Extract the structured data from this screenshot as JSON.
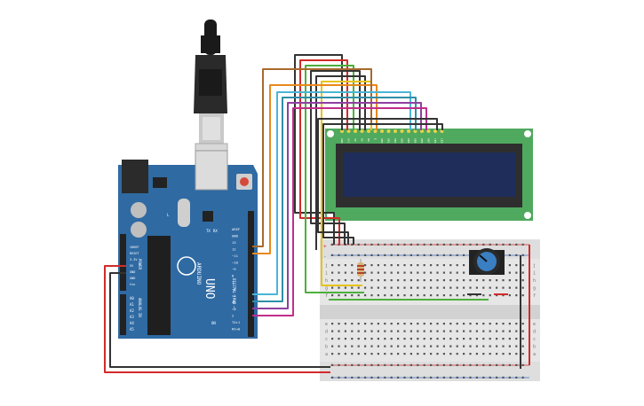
{
  "arduino": {
    "model": "UNO",
    "brand": "ARDUINO",
    "header_power_pins": [
      "IOREF",
      "RESET",
      "3.3V",
      "5V",
      "GND",
      "GND",
      "Vin"
    ],
    "header_analog_pins": [
      "A0",
      "A1",
      "A2",
      "A3",
      "A4",
      "A5"
    ],
    "header_digital_pins": [
      "AREF",
      "GND",
      "13",
      "12",
      "~11",
      "~10",
      "~9",
      "8",
      "7",
      "~6",
      "~5",
      "4",
      "~3",
      "2",
      "TX▸1",
      "RX◂0"
    ],
    "label_power": "POWER",
    "label_analog": "ANALOG IN",
    "label_digital": "DIGITAL (PWM ~)",
    "label_on": "ON",
    "label_tx": "TX",
    "label_rx": "RX",
    "label_l": "L",
    "label_ioref": "IOREF"
  },
  "lcd": {
    "pin_labels": [
      "GND",
      "VCC",
      "V0",
      "RS",
      "RW",
      "E",
      "DB0",
      "DB1",
      "DB2",
      "DB3",
      "DB4",
      "DB5",
      "DB6",
      "DB7",
      "LED",
      "LED"
    ]
  },
  "breadboard": {
    "row_letters_top": [
      "j",
      "i",
      "h",
      "g",
      "f"
    ],
    "row_letters_bottom": [
      "e",
      "d",
      "c",
      "b",
      "a"
    ],
    "rail_plus": "+",
    "rail_minus": "-"
  },
  "colors": {
    "board_blue": "#2f6aa3",
    "lcd_green": "#4fa95e",
    "lcd_screen": "#1e2d5a",
    "wire_red": "#d32a2a",
    "wire_black": "#333333",
    "wire_orange": "#e8891c",
    "wire_brown": "#a76a2d",
    "wire_green": "#4caf3c",
    "wire_yellow": "#e7c31a",
    "wire_cyan": "#4ab6d6",
    "wire_teal": "#2e8fa8",
    "wire_purple": "#8f3fa1",
    "wire_magenta": "#c12e8a",
    "wire_pink": "#d23c7e"
  },
  "icons": [
    "usb-cable-icon",
    "potentiometer-icon",
    "resistor-icon"
  ]
}
